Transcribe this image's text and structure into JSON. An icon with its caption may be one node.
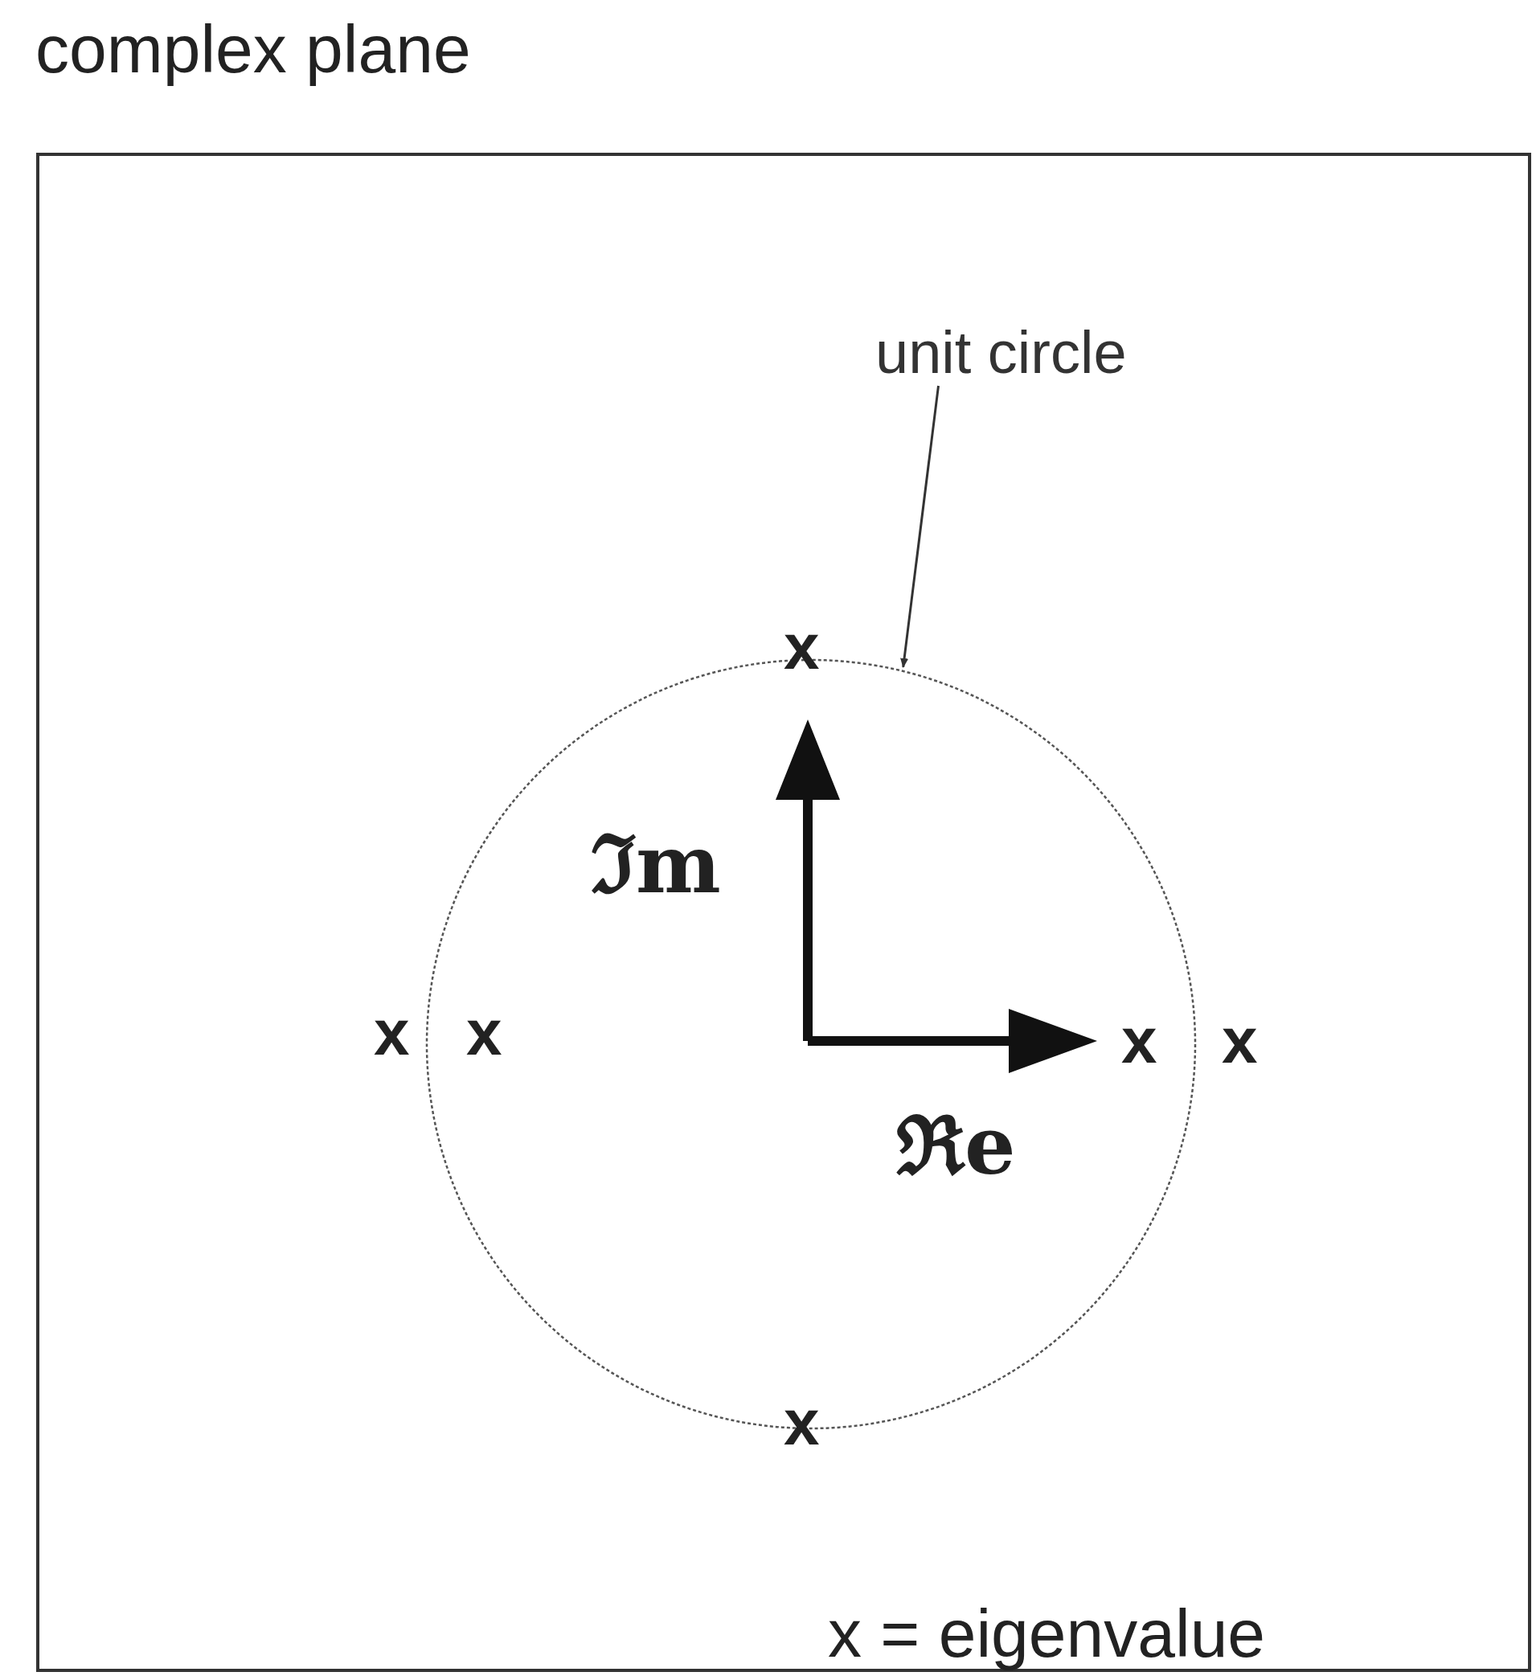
{
  "diagram": {
    "nodes": [
      {
        "text": [
          "complex plane"
        ]
      },
      {
        "text": [
          "unit circle"
        ],
        "in": 0
      },
      {
        "text": [],
        "shape": "circle",
        "in": 0
      }
    ],
    "edges": [
      {
        "from": 1,
        "to": 2,
        "arrow": "to"
      }
    ],
    "labels": [
      "x",
      "ℑm",
      "x",
      "x",
      "x",
      "x",
      "ℜe",
      "x",
      "x = eigenvalue"
    ]
  }
}
